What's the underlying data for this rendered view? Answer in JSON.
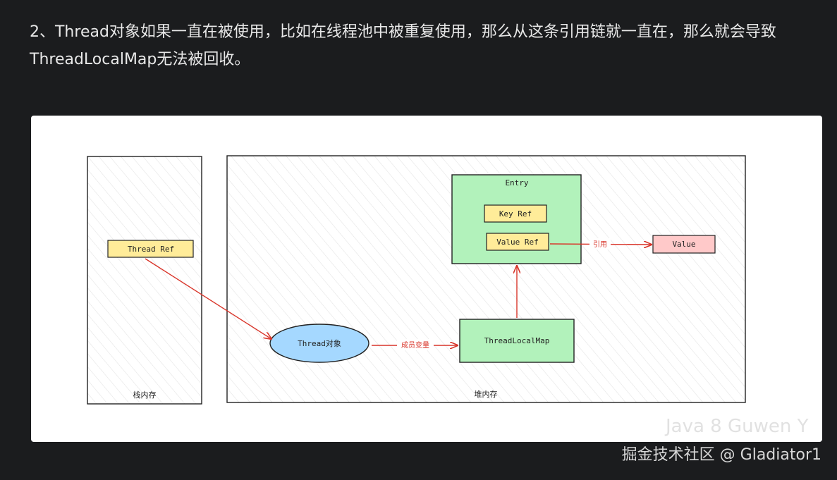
{
  "article": {
    "paragraph": "2、Thread对象如果一直在被使用，比如在线程池中被重复使用，那么从这条引用链就一直在，那么就会导致ThreadLocalMap无法被回收。"
  },
  "diagram": {
    "stack_label": "栈内存",
    "heap_label": "堆内存",
    "thread_ref": "Thread Ref",
    "thread_object": "Thread对象",
    "member_variable_label": "成员变量",
    "thread_local_map": "ThreadLocalMap",
    "entry": "Entry",
    "key_ref": "Key Ref",
    "value_ref": "Value Ref",
    "reference_label": "引用",
    "value": "Value"
  },
  "watermark": {
    "figure_text": "Java 8 Guwen Y",
    "credit": "掘金技术社区 @ Gladiator1"
  },
  "colors": {
    "page_background": "#1b1c1e",
    "arrow": "#d9352a",
    "ref_box_fill": "#ffec99",
    "green_fill": "#b2f2bb",
    "ellipse_fill": "#a5d8ff",
    "value_fill": "#ffc9c9"
  }
}
